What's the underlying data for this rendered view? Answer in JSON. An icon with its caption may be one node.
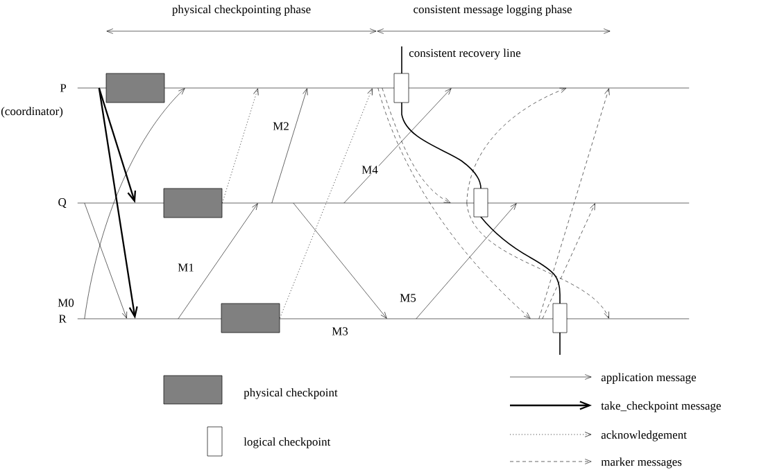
{
  "diagram": {
    "nodes": [
      {
        "text": [
          "P"
        ],
        "beside": [
          "(coordinator)"
        ]
      },
      {
        "text": [
          "Q"
        ]
      },
      {
        "text": [
          "R"
        ]
      },
      {
        "text": [],
        "shape": "box"
      },
      {
        "text": [],
        "shape": "box"
      },
      {
        "text": [],
        "shape": "box"
      },
      {
        "text": [],
        "shape": "box"
      },
      {
        "text": [],
        "shape": "box"
      },
      {
        "text": [],
        "shape": "box"
      }
    ],
    "edges": [
      {
        "from": 0,
        "to": 1,
        "arrow": "to",
        "style": "thick"
      },
      {
        "from": 0,
        "to": 2,
        "arrow": "to",
        "style": "thick"
      },
      {
        "from": 2,
        "to": 0,
        "arrow": "to",
        "label": "M0"
      },
      {
        "from": 1,
        "to": 2,
        "arrow": "to"
      },
      {
        "from": 2,
        "to": 1,
        "arrow": "to",
        "label": "M1"
      },
      {
        "from": 4,
        "to": 0,
        "arrow": "to",
        "style": "dashed"
      },
      {
        "from": 1,
        "to": 0,
        "arrow": "to",
        "label": "M2"
      },
      {
        "from": 5,
        "to": 0,
        "arrow": "to",
        "style": "dashed"
      },
      {
        "from": 1,
        "to": 2,
        "arrow": "to",
        "label": "M3"
      },
      {
        "from": 1,
        "to": 0,
        "arrow": "to",
        "label": "M4"
      },
      {
        "from": 0,
        "to": 2,
        "arrow": "to",
        "style": "dashed"
      },
      {
        "from": 0,
        "to": 1,
        "arrow": "to",
        "style": "dashed"
      },
      {
        "from": 2,
        "to": 1,
        "arrow": "to",
        "label": "M5"
      },
      {
        "from": 1,
        "to": 0,
        "arrow": "to",
        "style": "dashed"
      },
      {
        "from": 1,
        "to": 2,
        "arrow": "to",
        "style": "dashed"
      },
      {
        "from": 2,
        "to": 0,
        "arrow": "to",
        "style": "dashed"
      },
      {
        "from": 2,
        "to": 1,
        "arrow": "to",
        "style": "dashed"
      }
    ],
    "labels": [
      "physical checkpointing phase",
      "consistent message logging phase",
      "consistent recovery line"
    ],
    "legend": [
      {
        "text": "physical checkpoint",
        "color": "#808080"
      },
      {
        "text": "logical checkpoint"
      },
      {
        "text": "application message"
      },
      {
        "text": "take_checkpoint message"
      },
      {
        "text": "acknowledgement"
      },
      {
        "text": "marker messages"
      }
    ]
  }
}
